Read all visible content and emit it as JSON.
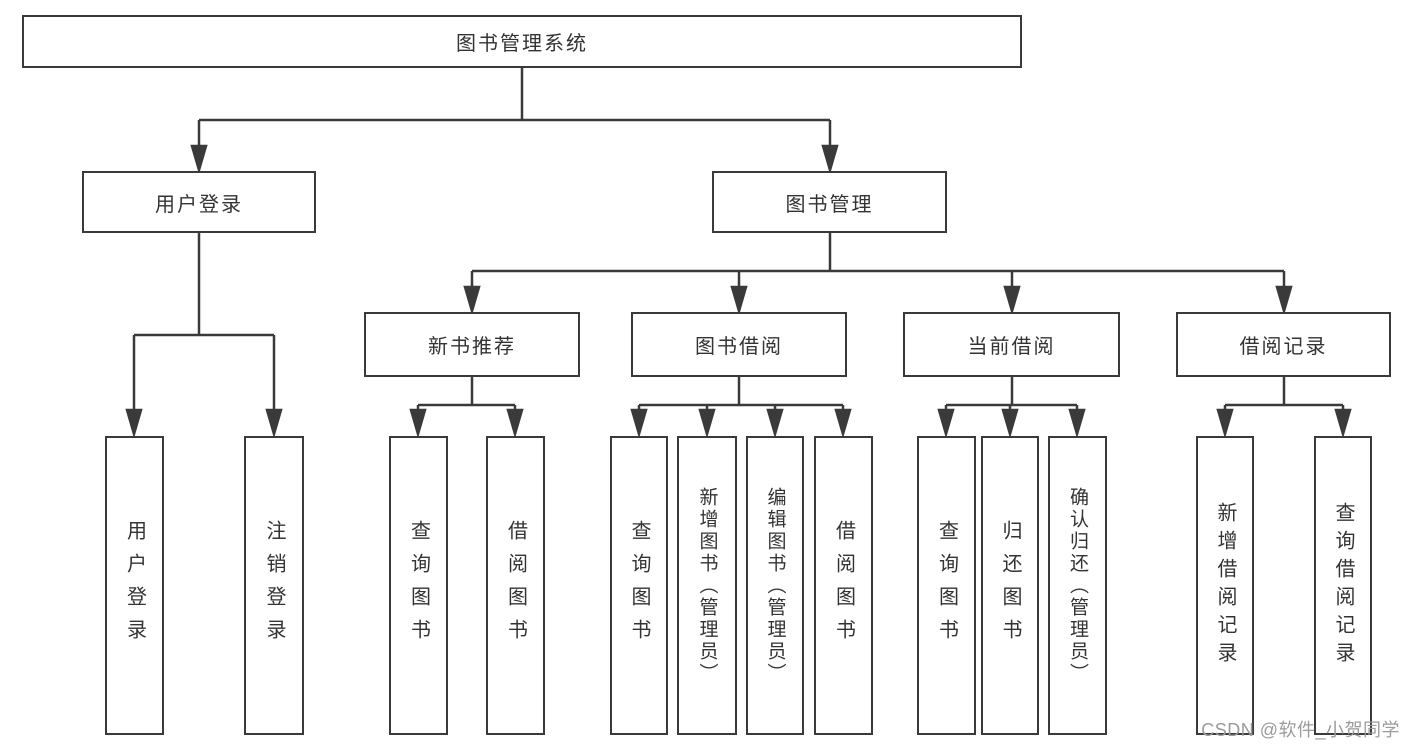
{
  "diagram": {
    "root": {
      "label": "图书管理系统"
    },
    "branches": [
      {
        "label": "用户登录",
        "children": [
          {
            "label": "用户登录"
          },
          {
            "label": "注销登录"
          }
        ]
      },
      {
        "label": "图书管理",
        "children": [
          {
            "label": "新书推荐",
            "children": [
              {
                "label": "查询图书"
              },
              {
                "label": "借阅图书"
              }
            ]
          },
          {
            "label": "图书借阅",
            "children": [
              {
                "label": "查询图书"
              },
              {
                "label": "新增图书（管理员）"
              },
              {
                "label": "编辑图书（管理员）"
              },
              {
                "label": "借阅图书"
              }
            ]
          },
          {
            "label": "当前借阅",
            "children": [
              {
                "label": "查询图书"
              },
              {
                "label": "归还图书"
              },
              {
                "label": "确认归还（管理员）"
              }
            ]
          },
          {
            "label": "借阅记录",
            "children": [
              {
                "label": "新增借阅记录"
              },
              {
                "label": "查询借阅记录"
              }
            ]
          }
        ]
      }
    ]
  },
  "watermark": "CSDN @软件_小贺同学",
  "colors": {
    "line": "#3a3a3a",
    "text": "#333333",
    "background": "#ffffff",
    "watermark": "#9b9b9b"
  }
}
